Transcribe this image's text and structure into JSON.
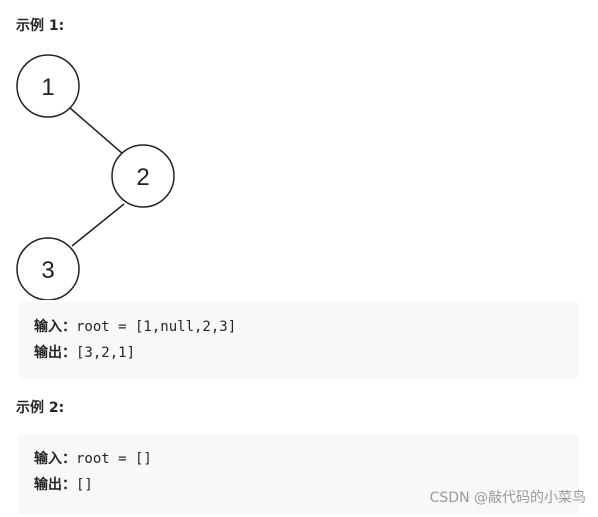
{
  "examples": [
    {
      "heading": "示例 1:",
      "tree_nodes": [
        "1",
        "2",
        "3"
      ],
      "input_label": "输入：",
      "input_value": "root = [1,null,2,3]",
      "output_label": "输出：",
      "output_value": "[3,2,1]"
    },
    {
      "heading": "示例 2:",
      "input_label": "输入：",
      "input_value": "root = []",
      "output_label": "输出：",
      "output_value": "[]"
    }
  ],
  "watermark": "CSDN @敲代码的小菜鸟"
}
